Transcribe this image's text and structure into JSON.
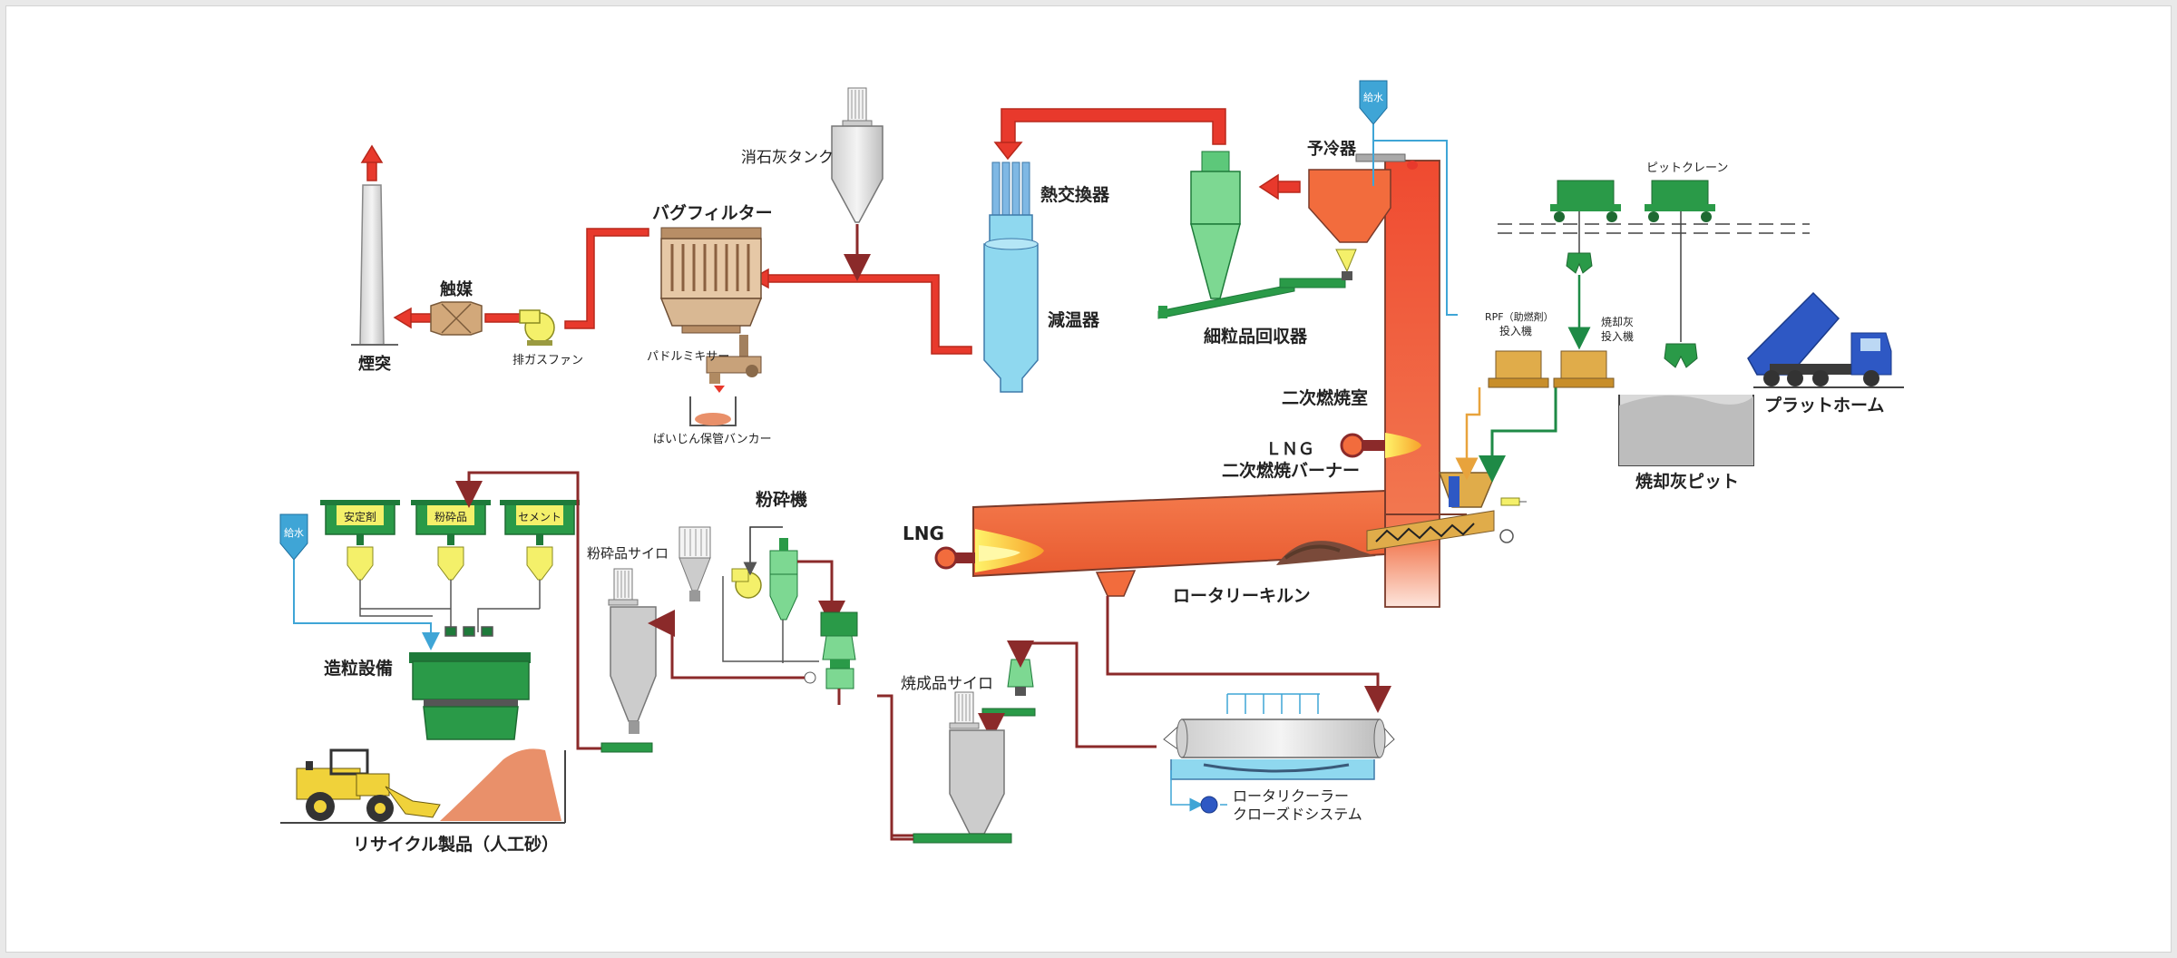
{
  "labels": {
    "chimney": "煙突",
    "catalyst": "触媒",
    "exhaust_fan": "排ガスファン",
    "bag_filter": "バグフィルター",
    "paddle_mixer": "パドルミキサー",
    "dust_bunker": "ばいじん保管バンカー",
    "slaked_lime_tank": "消石灰タンク",
    "heat_exchanger": "熱交換器",
    "cooling_tower": "減温器",
    "fine_particle_collector": "細粒品回収器",
    "precooler": "予冷器",
    "water_supply": "給水",
    "secondary_combustion_chamber": "二次燃焼室",
    "lng_secondary_burner_1": "ＬＮＧ",
    "lng_secondary_burner_2": "二次燃焼バーナー",
    "lng_main": "LNG",
    "rotary_kiln": "ロータリーキルン",
    "pit_crane": "ピットクレーン",
    "rpf_feeder_1": "RPF（助燃剤）",
    "rpf_feeder_2": "投入機",
    "ash_feeder_1": "焼却灰",
    "ash_feeder_2": "投入機",
    "platform": "プラットホーム",
    "ash_pit": "焼却灰ピット",
    "stabilizer": "安定剤",
    "pulverized_product": "粉砕品",
    "cement": "セメント",
    "granulation": "造粒設備",
    "recycled_product": "リサイクル製品（人工砂）",
    "pulverized_silo": "粉砕品サイロ",
    "crusher": "粉砕機",
    "fired_product_silo": "焼成品サイロ",
    "rotary_cooler_1": "ロータリクーラー",
    "rotary_cooler_2": "クローズドシステム"
  },
  "colors": {
    "flue_gas_line": "#e8392c",
    "product_line": "#8b2a2a",
    "kiln_body": "#f26c3d",
    "green_equipment": "#2a9a48",
    "yellow_hopper": "#f4f06a",
    "cyan_vessel": "#8fd8ef",
    "gray_silo": "#cccccc",
    "ash_feeder": "#e0ac4a",
    "truck": "#2e58c4",
    "water_line": "#3fa5d6"
  }
}
